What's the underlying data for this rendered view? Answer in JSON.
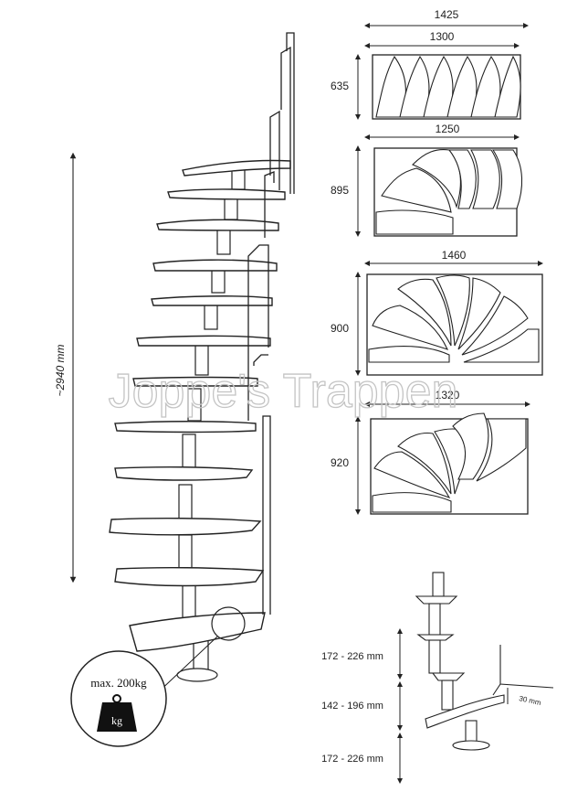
{
  "height_label": "~2940 mm",
  "watermark": "Joppe's Trappen",
  "weight": {
    "max_label": "max. 200kg",
    "unit_label": "kg"
  },
  "plans": [
    {
      "width_label": "1425",
      "inner_width_label": "1300",
      "depth_label": "635"
    },
    {
      "width_label": "1250",
      "depth_label": "895"
    },
    {
      "width_label": "1460",
      "depth_label": "900"
    },
    {
      "width_label": "1320",
      "depth_label": "920"
    }
  ],
  "detail": {
    "rise_top_label": "172 - 226 mm",
    "rise_mid_label": "142 - 196 mm",
    "rise_bottom_label": "172 - 226 mm",
    "gap_label": "30 mm"
  },
  "colors": {
    "line": "#222222",
    "tread_fill": "#ffffff",
    "watermark": "#c4c4c4"
  }
}
